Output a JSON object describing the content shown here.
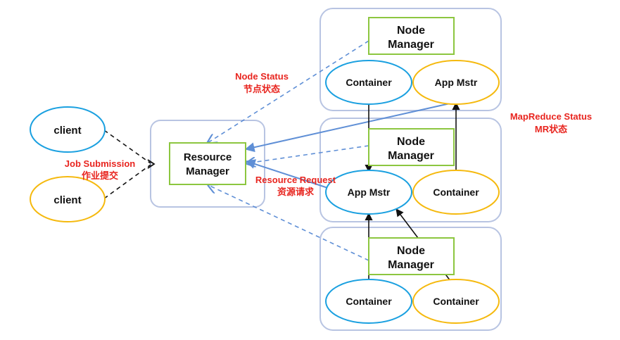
{
  "clients": [
    {
      "label": "client"
    },
    {
      "label": "client"
    }
  ],
  "resource_manager": {
    "line1": "Resource",
    "line2": "Manager"
  },
  "node_managers": [
    {
      "line1": "Node",
      "line2": "Manager",
      "left": "Container",
      "right": "App Mstr"
    },
    {
      "line1": "Node",
      "line2": "Manager",
      "left": "App Mstr",
      "right": "Container"
    },
    {
      "line1": "Node",
      "line2": "Manager",
      "left": "Container",
      "right": "Container"
    }
  ],
  "annotations": {
    "job_submission_en": "Job Submission",
    "job_submission_zh": "作业提交",
    "node_status_en": "Node Status",
    "node_status_zh": "节点状态",
    "resource_request_en": "Resource Request",
    "resource_request_zh": "资源请求",
    "mapreduce_status_en": "MapReduce Status",
    "mapreduce_status_zh": "MR状态"
  },
  "colors": {
    "blue_ellipse": "#1aa0e0",
    "orange_ellipse": "#f5b90e",
    "green_box": "#8cc63f",
    "group_border": "#b8c4e2",
    "arrow_blue": "#5f8fd6",
    "annotation_red": "#e8251f"
  }
}
